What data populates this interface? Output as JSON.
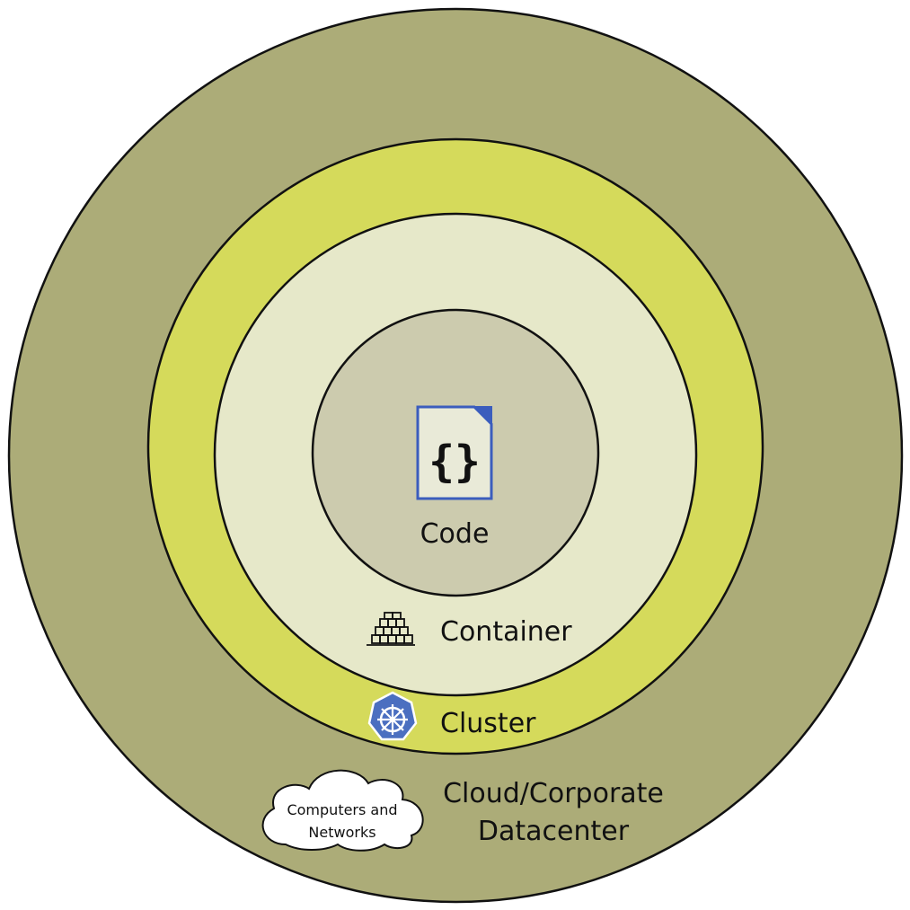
{
  "layers": {
    "datacenter": {
      "label_line1": "Cloud/Corporate",
      "label_line2": "Datacenter",
      "color": "#acac78"
    },
    "cluster": {
      "label": "Cluster",
      "color": "#d5da5b"
    },
    "container": {
      "label": "Container",
      "color": "#e6e8c9"
    },
    "code": {
      "label": "Code",
      "color": "#cccbae"
    }
  },
  "cloud_badge": {
    "line1": "Computers and",
    "line2": "Networks"
  },
  "icons": {
    "code": "code-file-icon",
    "container": "container-stack-icon",
    "cluster": "kubernetes-icon",
    "cloud": "cloud-icon"
  },
  "colors": {
    "outline": "#111111",
    "code_icon_border": "#3b5dbd",
    "code_icon_corner": "#3b5dbd",
    "kubernetes_blue": "#4b6fc0",
    "cloud_fill": "#ffffff"
  }
}
